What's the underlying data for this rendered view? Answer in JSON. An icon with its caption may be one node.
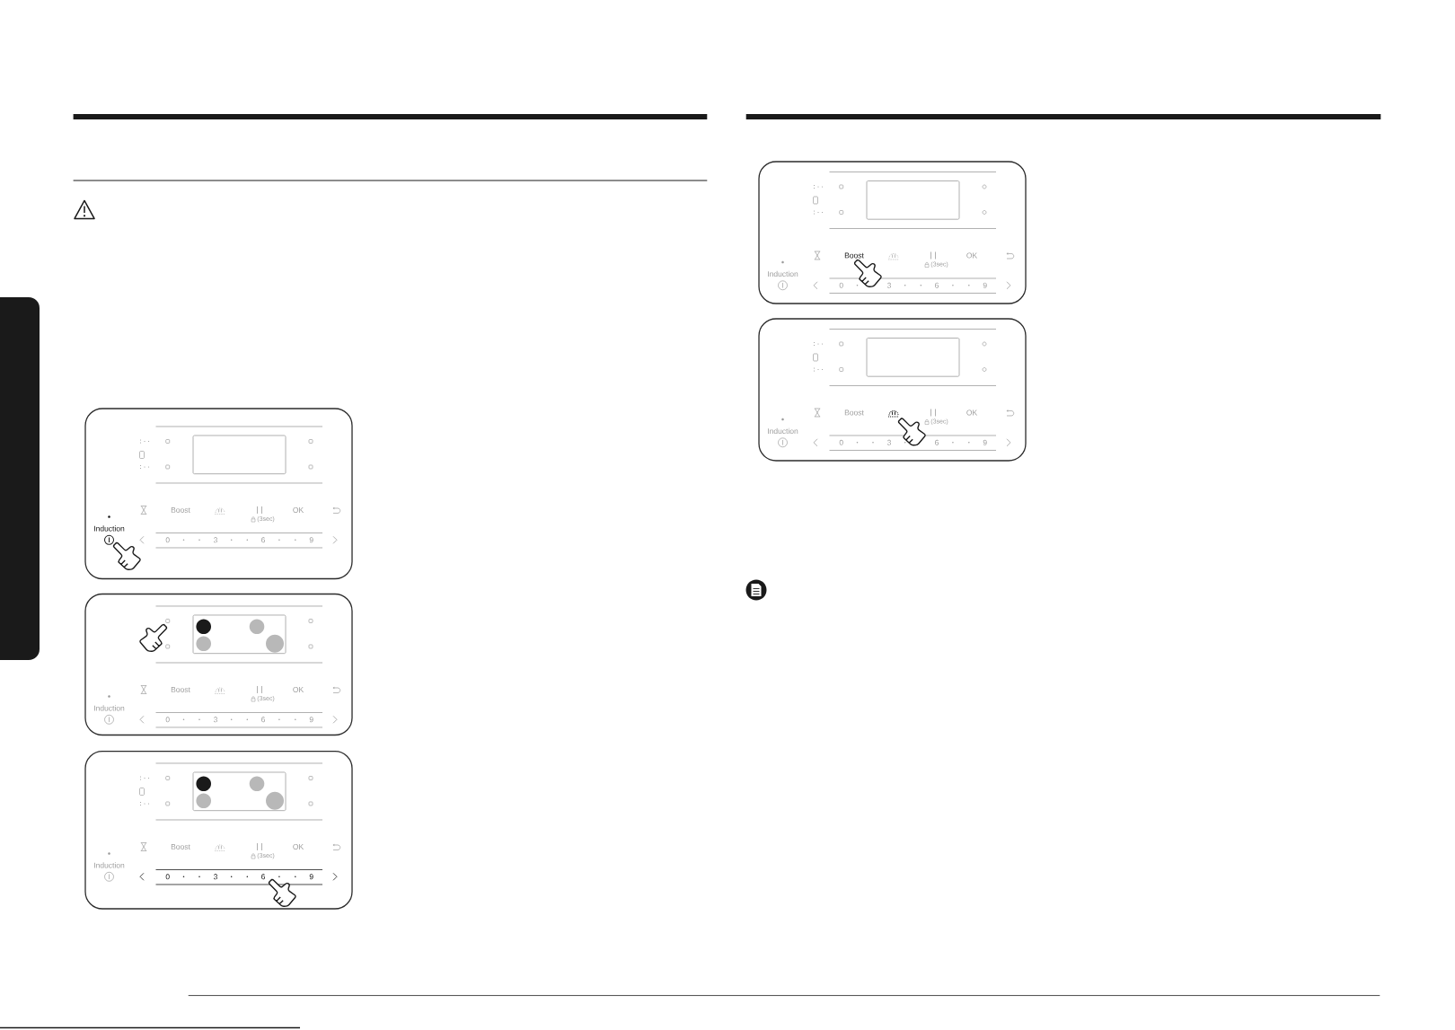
{
  "diagram": {
    "nodes": [
      {
        "text": [],
        "shape": "bar"
      },
      {
        "text": [
          "Boost",
          "OK",
          "(3sec)",
          "Induction",
          "0",
          "3",
          "6",
          "9"
        ]
      },
      {
        "text": [],
        "shape": "box",
        "in": 1
      },
      {
        "text": [
          "Boost",
          "OK",
          "(3sec)",
          "Induction",
          "0",
          "3",
          "6",
          "9"
        ]
      },
      {
        "text": [],
        "shape": "box",
        "in": 3
      },
      {
        "text": [
          "Boost",
          "OK",
          "(3sec)",
          "Induction",
          "0",
          "3",
          "6",
          "9"
        ]
      },
      {
        "text": [],
        "shape": "box",
        "in": 5
      },
      {
        "text": [
          "Boost",
          "OK",
          "(3sec)",
          "Induction",
          "0",
          "3",
          "6",
          "9"
        ]
      },
      {
        "text": [],
        "shape": "box",
        "in": 7
      },
      {
        "text": [
          "Boost",
          "OK",
          "(3sec)",
          "Induction",
          "0",
          "3",
          "6",
          "9"
        ]
      },
      {
        "text": [],
        "shape": "box",
        "in": 9
      }
    ]
  }
}
